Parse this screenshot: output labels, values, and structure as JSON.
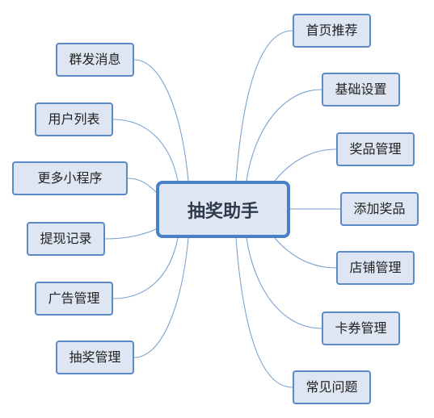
{
  "center": {
    "label": "抽奖助手"
  },
  "left_branches": [
    {
      "label": "群发消息"
    },
    {
      "label": "用户列表"
    },
    {
      "label": "更多小程序"
    },
    {
      "label": "提现记录"
    },
    {
      "label": "广告管理"
    },
    {
      "label": "抽奖管理"
    }
  ],
  "right_branches": [
    {
      "label": "首页推荐"
    },
    {
      "label": "基础设置"
    },
    {
      "label": "奖品管理"
    },
    {
      "label": "添加奖品"
    },
    {
      "label": "店铺管理"
    },
    {
      "label": "卡券管理"
    },
    {
      "label": "常见问题"
    }
  ],
  "colors": {
    "node_fill": "#dde6f2",
    "node_border": "#5b8bc6",
    "center_border": "#4a80c6",
    "connector": "#7aa3d1"
  }
}
